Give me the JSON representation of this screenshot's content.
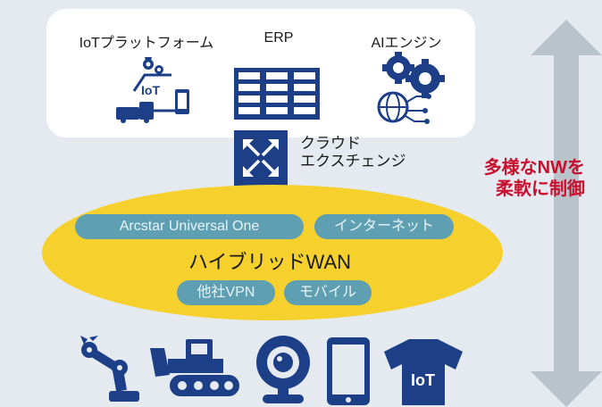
{
  "services": [
    {
      "label": "IoTプラットフォーム",
      "icon": "iot-platform-icon"
    },
    {
      "label": "ERP",
      "icon": "server-rack-icon"
    },
    {
      "label": "AIエンジン",
      "icon": "ai-gears-icon"
    }
  ],
  "iot_badge": "IoT",
  "exchange": {
    "line1": "クラウド",
    "line2": "エクスチェンジ"
  },
  "callout": {
    "line1": "多様なNWを",
    "line2": "柔軟に制御"
  },
  "wan": {
    "title": "ハイブリッドWAN",
    "services_top": [
      "Arcstar Universal One",
      "インターネット"
    ],
    "services_bottom": [
      "他社VPN",
      "モバイル"
    ]
  },
  "devices": [
    {
      "icon": "robot-arm-icon"
    },
    {
      "icon": "bulldozer-icon"
    },
    {
      "icon": "webcam-icon"
    },
    {
      "icon": "tablet-icon"
    },
    {
      "icon": "iot-tshirt-icon",
      "label": "IoT"
    }
  ],
  "colors": {
    "navy": "#1c3f87",
    "accent_red": "#c8102e",
    "wan_yellow": "#f6d02c",
    "pill_teal": "#5f9fb2",
    "background": "#e4eaef"
  }
}
